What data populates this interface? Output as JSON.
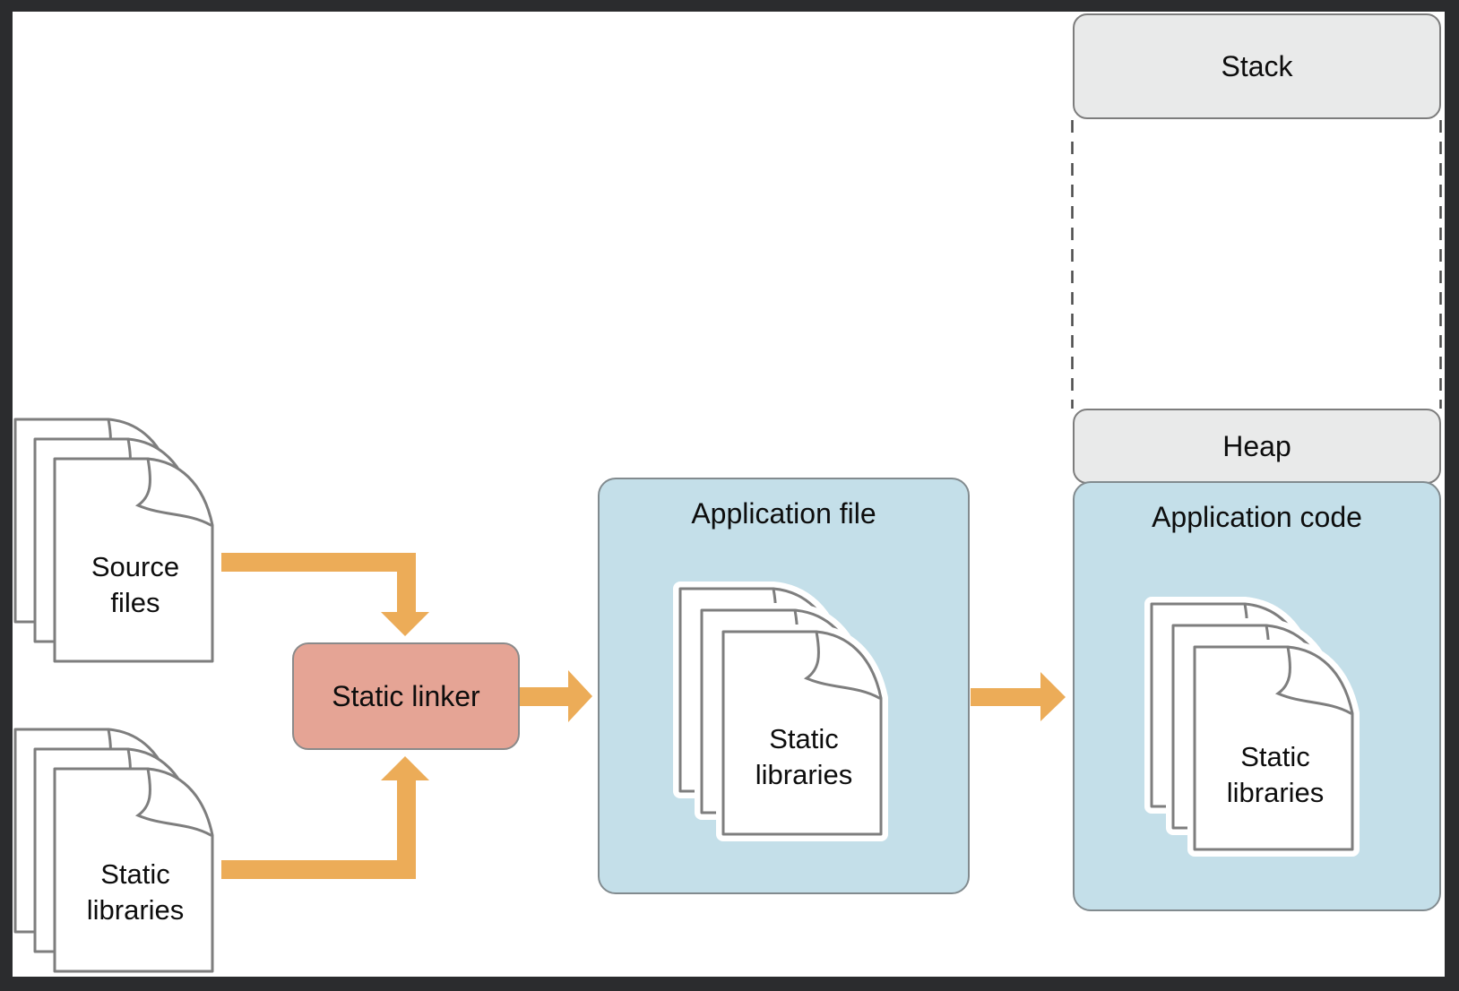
{
  "diagram": {
    "title_hint": "Static linking flow into process memory",
    "source_files": {
      "label": "Source\nfiles"
    },
    "static_libraries": {
      "label": "Static\nlibraries"
    },
    "static_linker": {
      "label": "Static linker"
    },
    "application_file": {
      "title": "Application file",
      "contents": {
        "label": "Static\nlibraries"
      }
    },
    "memory": {
      "stack": {
        "label": "Stack"
      },
      "heap": {
        "label": "Heap"
      },
      "application_code": {
        "title": "Application code",
        "contents": {
          "label": "Static\nlibraries"
        }
      }
    }
  },
  "icons": {
    "source_files_stack": "document-stack",
    "static_libraries_stack": "document-stack",
    "application_file_contents_stack": "document-stack-outlined",
    "application_code_contents_stack": "document-stack-outlined",
    "flow_arrows": "orange-block-arrow"
  },
  "colors": {
    "frame_bg": "#2b2c2e",
    "canvas_bg": "#ffffff",
    "box_blue": "#c4dfe9",
    "box_gray": "#e9eaea",
    "box_pink": "#e5a495",
    "arrow_orange": "#ecac58",
    "outline_gray": "#7d7d7d",
    "doc_stroke": "#7e7e7e",
    "dash_gray": "#4a4a4a",
    "text_color": "#0d0d0d"
  }
}
